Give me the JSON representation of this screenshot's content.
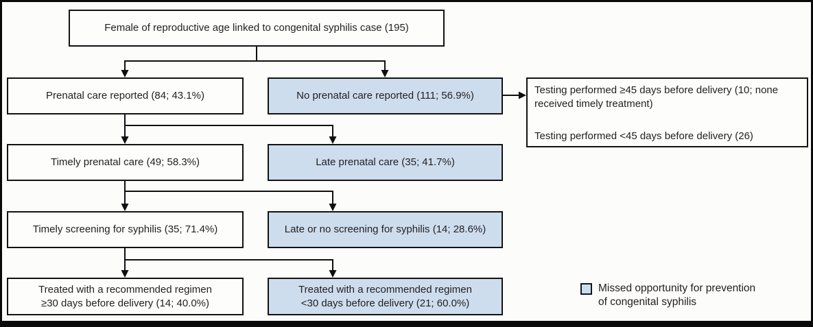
{
  "colors": {
    "missed_opportunity_fill": "#cdddee",
    "box_border": "#121212",
    "text": "#221e1f"
  },
  "flowchart": {
    "root": {
      "label": "Female of reproductive age linked to congenital syphilis case (195)"
    },
    "rows": [
      {
        "left": {
          "label": "Prenatal care reported (84; 43.1%)"
        },
        "right": {
          "label": "No prenatal care reported (111; 56.9%)"
        }
      },
      {
        "left": {
          "label": "Timely prenatal care (49; 58.3%)"
        },
        "right": {
          "label": "Late prenatal care (35; 41.7%)"
        }
      },
      {
        "left": {
          "label": "Timely screening for syphilis (35; 71.4%)"
        },
        "right": {
          "label": "Late or no screening for syphilis (14; 28.6%)"
        }
      },
      {
        "left": {
          "line1": "Treated with a recommended regimen",
          "line2": "≥30 days before delivery (14; 40.0%)"
        },
        "right": {
          "line1": "Treated with a recommended regimen",
          "line2": "<30 days before delivery (21; 60.0%)"
        }
      }
    ],
    "side_note": {
      "para1": "Testing performed ≥45 days before delivery (10; none received timely treatment)",
      "para2": "Testing performed <45 days before delivery (26)"
    },
    "legend": {
      "line1": "Missed opportunity for prevention",
      "line2": "of congenital syphilis"
    }
  }
}
